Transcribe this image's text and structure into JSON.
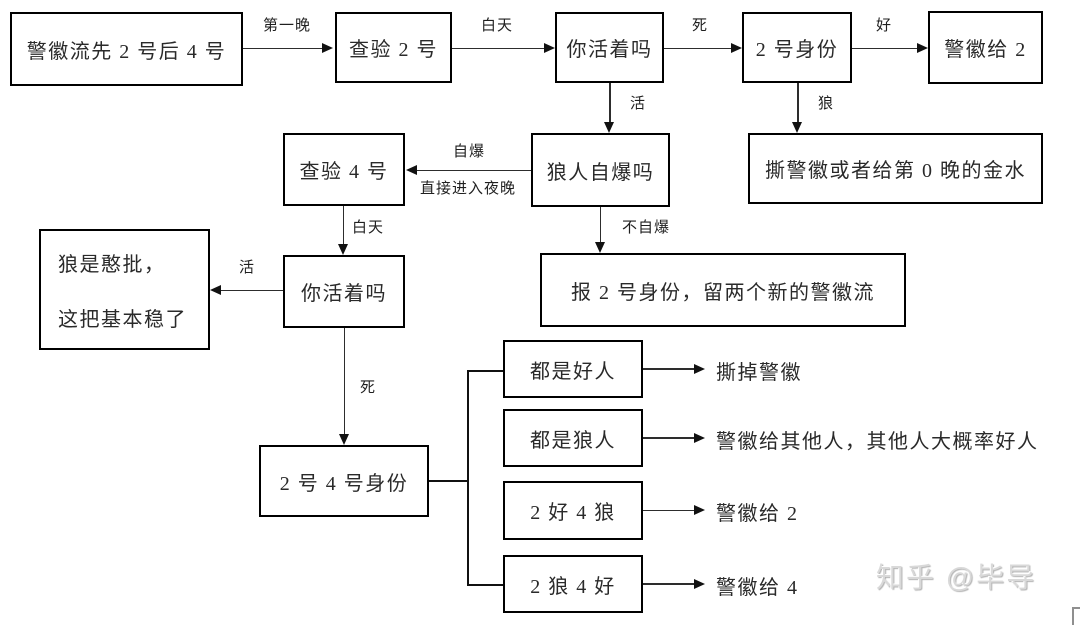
{
  "nodes": {
    "start": "警徽流先 2 号后 4 号",
    "check2": "查验 2 号",
    "alive1": "你活着吗",
    "id2": "2 号身份",
    "badge_to_2_top": "警徽给 2",
    "check4": "查验 4 号",
    "wolf_explode": "狼人自爆吗",
    "tear_or_gold": "撕警徽或者给第 0 晚的金水",
    "wolf_dumb_line1": "狼是憨批，",
    "wolf_dumb_line2": "这把基本稳了",
    "alive2": "你活着吗",
    "report_2_identity": "报 2 号身份，留两个新的警徽流",
    "id_2_4": "2 号 4 号身份",
    "both_good": "都是好人",
    "both_wolf": "都是狼人",
    "good2_wolf4": "2 好 4 狼",
    "wolf2_good4": "2 狼 4 好"
  },
  "edge_labels": {
    "first_night": "第一晚",
    "day_after_check2": "白天",
    "die_after_alive1": "死",
    "good": "好",
    "alive_down": "活",
    "wolf": "狼",
    "self_explode": "自爆",
    "straight_to_night": "直接进入夜晚",
    "day_after_check4": "白天",
    "not_explode": "不自爆",
    "alive_left": "活",
    "die_down": "死"
  },
  "outcomes": {
    "tear_badge": "撕掉警徽",
    "badge_to_others": "警徽给其他人，其他人大概率好人",
    "badge_to_2": "警徽给 2",
    "badge_to_4": "警徽给 4"
  },
  "watermark": "知乎 @毕导"
}
